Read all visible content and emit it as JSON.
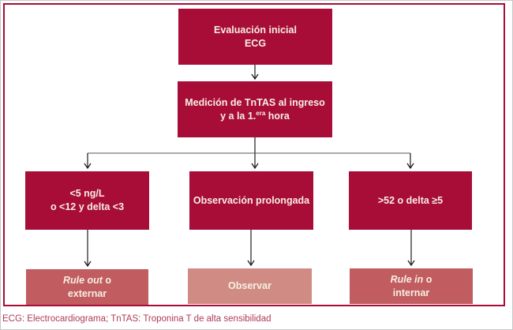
{
  "diagram": {
    "title_box": {
      "line1": "Evaluación inicial",
      "line2": "ECG"
    },
    "measure_box": {
      "line1": "Medición de TnTAS al ingreso",
      "line2_pre": "y a la 1.",
      "line2_sup": "era",
      "line2_post": " hora"
    },
    "branch_left": {
      "line1": "<5 ng/L",
      "line2": "o <12 y delta <3"
    },
    "branch_mid": {
      "line1": "Observación prolongada"
    },
    "branch_right": {
      "line1": ">52 o delta ≥5"
    },
    "outcome_left": {
      "italic": "Rule out",
      "rest": " o",
      "line2": "externar"
    },
    "outcome_mid": {
      "line1": "Observar"
    },
    "outcome_right": {
      "italic": "Rule in",
      "rest": " o",
      "line2": "internar"
    }
  },
  "footer": {
    "caption": "ECG: Electrocardiograma; TnTAS: Troponina T de alta sensibilidad"
  },
  "colors": {
    "dark_red": "#A80D37",
    "rose": "#C15C60",
    "light_rose": "#D18B85",
    "caption_red": "#AF3B56",
    "frame_border": "#A80D37",
    "connector": "#2a2a2a"
  }
}
